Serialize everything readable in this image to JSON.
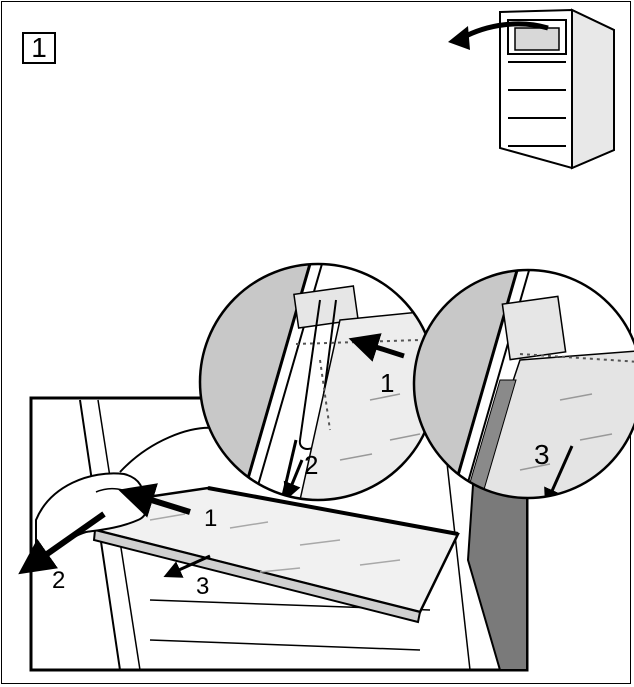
{
  "step": {
    "number": "1"
  },
  "callouts": {
    "main_1": "1",
    "main_2": "2",
    "main_3": "3",
    "zoom_left_1": "1",
    "zoom_left_2": "2",
    "zoom_right_3": "3"
  },
  "colors": {
    "line": "#000000",
    "light_gray": "#e6e6e6",
    "mid_gray": "#c8c8c8",
    "dark_gray": "#7a7a7a"
  }
}
